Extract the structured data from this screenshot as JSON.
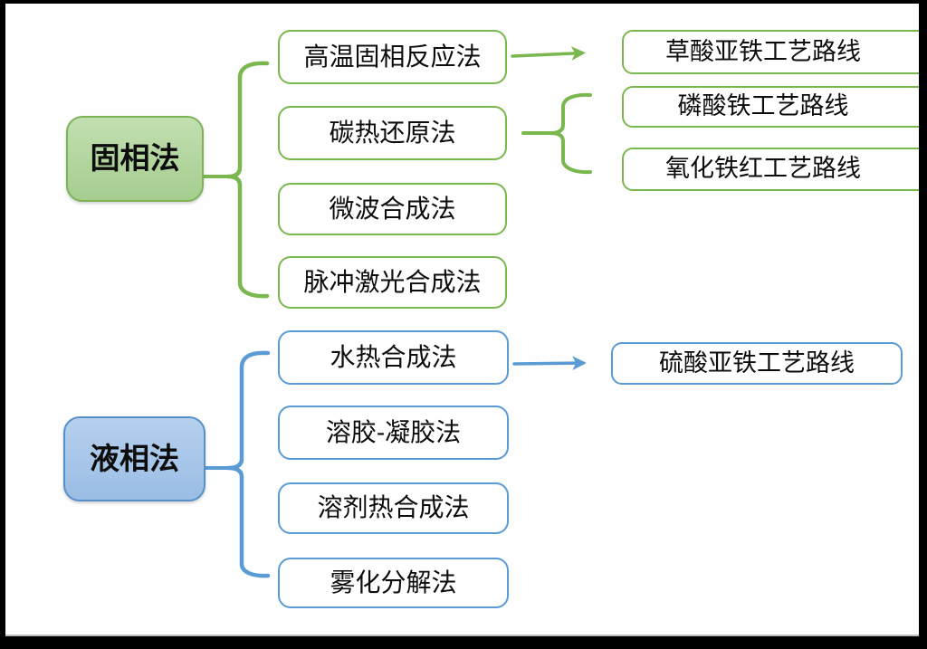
{
  "palette": {
    "canvas_bg": "#fefefe",
    "frame": "#000000",
    "text": "#0d0d0d",
    "green_stroke": "#7ab84f",
    "green_border": "#7cb356",
    "green_fill_top": "#c2dfb1",
    "green_fill_bottom": "#a5cd8f",
    "blue_stroke": "#5b9bd5",
    "blue_border": "#578fc9",
    "blue_fill_top": "#b6d0ee",
    "blue_fill_bottom": "#9abde4"
  },
  "solid_phase": {
    "parent": "固相法",
    "methods": [
      "高温固相反应法",
      "碳热还原法",
      "微波合成法",
      "脉冲激光合成法"
    ],
    "routes": [
      "草酸亚铁工艺路线",
      "磷酸铁工艺路线",
      "氧化铁红工艺路线"
    ]
  },
  "liquid_phase": {
    "parent": "液相法",
    "methods": [
      "水热合成法",
      "溶胶-凝胶法",
      "溶剂热合成法",
      "雾化分解法"
    ],
    "routes": [
      "硫酸亚铁工艺路线"
    ]
  }
}
